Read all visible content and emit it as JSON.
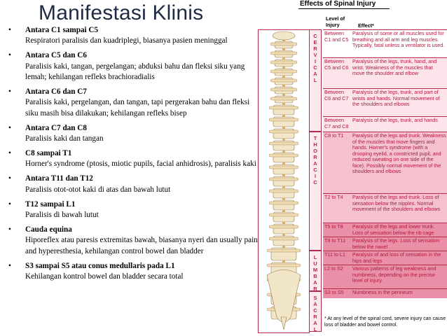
{
  "title": "Manifestasi Klinis",
  "bullets": [
    {
      "head": "Antara C1 sampai C5",
      "desc": "Respiratori paralisis dan kuadriplegi, biasanya pasien meninggal"
    },
    {
      "head": "Antara C5 dan C6",
      "desc": "Paralisis kaki, tangan, pergelangan; abduksi bahu dan fleksi siku yang lemah; kehilangan refleks  brachioradialis"
    },
    {
      "head": "Antara C6 dan C7",
      "desc": "Paralisis kaki, pergelangan, dan tangan, tapi pergerakan bahu dan fleksi siku masih bisa dilakukan; kehilangan refleks bisep"
    },
    {
      "head": "Antara C7 dan C8",
      "desc": "Paralisis kaki dan tangan"
    },
    {
      "head": "C8 sampai T1",
      "desc": "Horner's syndrome (ptosis, miotic pupils, facial anhidrosis), paralisis kaki"
    },
    {
      "head": "Antara T11 dan T12",
      "desc": "Paralisis otot-otot kaki di atas dan bawah lutut"
    },
    {
      "head": "T12 sampai L1",
      "desc": "Paralisis di bawah lutut"
    },
    {
      "head": "Cauda equina",
      "desc": "Hiporeflex atau paresis extremitas bawah, biasanya nyeri dan usually pain and hyperesthesia, kehilangan control bowel dan bladder"
    },
    {
      "head": "S3 sampai S5 atau conus medullaris pada L1",
      "desc": "Kehilangan kontrol bowel dan bladder secara total"
    }
  ],
  "figure": {
    "title": "Effects of Spinal Injury",
    "col_level": "Level of Injury",
    "col_effect": "Effect*",
    "regions": [
      {
        "label": "CERVICAL"
      },
      {
        "label": "THORACIC"
      },
      {
        "label": "LUMBAR"
      },
      {
        "label": "SACRAL"
      }
    ],
    "rows": [
      {
        "level": "Between C1 and C5",
        "effect": "Paralysis of some or all muscles used for breathing and all arm and leg muscles. Typically, fatal unless a ventilator is used."
      },
      {
        "level": "Between C5 and C6",
        "effect": "Paralysis of the legs, trunk, hand, and wrist. Weakness of the muscles that move the shoulder and elbow"
      },
      {
        "level": "Between C6 and C7",
        "effect": "Paralysis of the legs, trunk, and part of wrists and hands. Normal movement of the shoulders and elbows"
      },
      {
        "level": "Between C7 and C8",
        "effect": "Paralysis of the legs, trunk, and hands"
      },
      {
        "level": "C8 to T1",
        "effect": "Paralysis of the legs and trunk. Weakness of the muscles that move fingers and hands. Horner's syndrome (with a drooping eyelid, a constricted pupil, and reduced sweating on one side of the face). Possibly normal movement of the shoulders and elbows"
      },
      {
        "level": "T2 to T4",
        "effect": "Paralysis of the legs and trunk. Loss of sensation below the nipples. Normal movement of the shoulders and elbows"
      },
      {
        "level": "T5 to T8",
        "effect": "Paralysis of the legs and lower trunk. Loss of sensation below the rib cage"
      },
      {
        "level": "T9 to T11",
        "effect": "Paralysis of the legs. Loss of sensation below the navel"
      },
      {
        "level": "T11 to L1",
        "effect": "Paralysis of and loss of sensation in the hips and legs"
      },
      {
        "level": "L2 to S2",
        "effect": "Various patterns of leg weakness and numbness, depending on the precise level of injury"
      },
      {
        "level": "S3 to S5",
        "effect": "Numbness in the perineum"
      }
    ],
    "footnote": "* At any level of the spinal cord, severe injury can cause loss of bladder and bowel control."
  },
  "colors": {
    "accent": "#b22c4a",
    "title": "#1f2a44",
    "light_pink": "#fbe9ee",
    "pink": "#f5c1cf",
    "dark_pink": "#ea8fa8"
  }
}
